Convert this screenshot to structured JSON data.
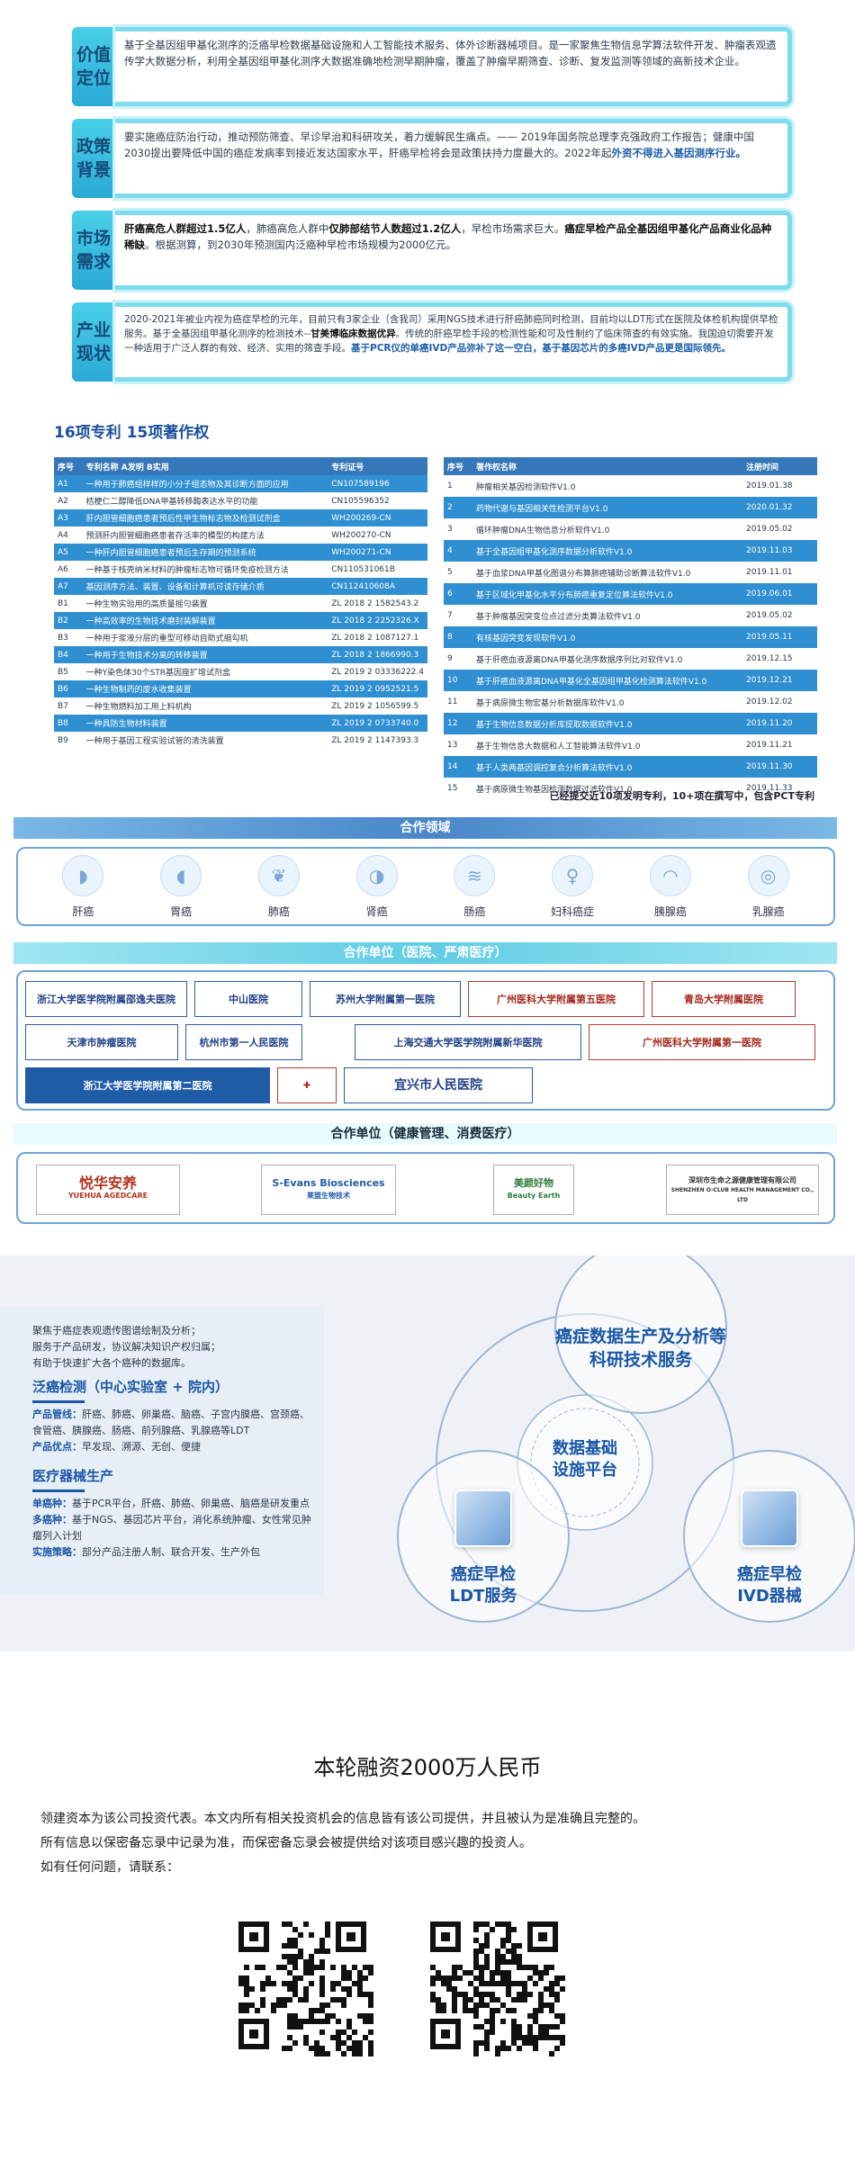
{
  "blocks": [
    {
      "label": "价值定位",
      "text": "基于全基因组甲基化测序的泛癌早检数据基础设施和人工智能技术服务、体外诊断器械项目。是一家聚焦生物信息学算法软件开发、肿瘤表观遗传学大数据分析，利用全基因组甲基化测序大数据准确地检测早期肿瘤，覆盖了肿瘤早期筛查、诊断、复发监测等领域的高新技术企业。"
    },
    {
      "label": "政策背景",
      "text_a": "要实施癌症防治行动，推动预防筛查、早诊早治和科研攻关，着力缓解民生痛点。—— 2019年国务院总理李克强政府工作报告；健康中国2030提出要降低中国的癌症发病率到接近发达国家水平，肝癌早检将会是政策扶持力度最大的。2022年起",
      "text_hl": "外资不得进入基因测序行业。"
    },
    {
      "label": "市场需求",
      "text_b1": "肝癌高危人群超过1.5亿人",
      "text_m1": "，肺癌高危人群中",
      "text_b2": "仅肺部结节人数超过1.2亿人",
      "text_m2": "，早检市场需求巨大。",
      "text_b3": "癌症早检产品全基因组甲基化产品商业化品种稀缺",
      "text_m3": "。根据测算，到2030年预测国内泛癌种早检市场规模为2000亿元。"
    },
    {
      "label": "产业现状",
      "text_a": "2020-2021年被业内视为癌症早检的元年，目前只有3家企业（含我司）采用NGS技术进行肝癌肺癌同时检测，目前均以LDT形式在医院及体检机构提供早检服务。基于全基因组甲基化测序的检测技术--",
      "text_b1": "甘美博临床数据优异",
      "text_m": "。传统的肝癌早检手段的检测性能和可及性制约了临床筛查的有效实施。我国迫切需要开发一种适用于广泛人群的有效、经济、实用的筛查手段。",
      "text_b2": "基于PCR仪的单癌IVD产品弥补了这一空白，基于基因芯片的多癌IVD产品更是国际领先。"
    }
  ],
  "patents": {
    "title": "16项专利  15项著作权",
    "headers": [
      "序号",
      "专利名称 A发明  B实用",
      "专利证号"
    ],
    "rows": [
      [
        "A1",
        "一种用于肺癌组样样的小分子组态物及其诊断方面的应用",
        "CN107589196"
      ],
      [
        "A2",
        "桔梗仁二醇降低DNA甲基转移酶表达水平的功能",
        "CN105596352"
      ],
      [
        "A3",
        "肝内胆管细胞癌患者预后性甲生物标志物及检测试剂盒",
        "WH200269-CN"
      ],
      [
        "A4",
        "预测肝内胆管细胞癌患者存活率的模型的构建方法",
        "WH200270-CN"
      ],
      [
        "A5",
        "一种肝内胆管细胞癌患者预后生存期的预测系统",
        "WH200271-CN"
      ],
      [
        "A6",
        "一种基于核壳纳米材料的肿瘤标志物可循环免疫检测方法",
        "CN110531061B"
      ],
      [
        "A7",
        "基因测序方法、装置、设备和计算机可读存储介质",
        "CN112410608A"
      ],
      [
        "B1",
        "一种生物实验用的高质量摇勻装置",
        "ZL 2018 2 1582543.2"
      ],
      [
        "B2",
        "一种高效率的生物技术磨封装解装置",
        "ZL 2018 2 2252326.X"
      ],
      [
        "B3",
        "一种用于浆液分层的重型可移动自助式缩勾机",
        "ZL 2018 2 1087127.1"
      ],
      [
        "B4",
        "一种用于生物技术分离的转移装置",
        "ZL 2018 2 1866990.3"
      ],
      [
        "B5",
        "一种Y染色体30个STR基因座扩增试剂盒",
        "ZL 2019 2 03336222.4"
      ],
      [
        "B6",
        "一种生物制药的废水收集装置",
        "ZL 2019 2 0952521.5"
      ],
      [
        "B7",
        "一种生物燃料加工用上料机构",
        "ZL 2019 2 1056599.5"
      ],
      [
        "B8",
        "一种具防生物材料装置",
        "ZL 2019 2 0733740.0"
      ],
      [
        "B9",
        "一种用于基因工程实验试管的清洗装置",
        "ZL 2019 2 1147393.3"
      ]
    ]
  },
  "copyrights": {
    "headers": [
      "序号",
      "著作权名称",
      "注册时间"
    ],
    "rows": [
      [
        "1",
        "肿瘤相关基因检测软件V1.0",
        "2019.01.38"
      ],
      [
        "2",
        "药物代谢与基因相关性检测平台V1.0",
        "2020.01.32"
      ],
      [
        "3",
        "循环肿瘤DNA生物信息分析软件V1.0",
        "2019.05.02"
      ],
      [
        "4",
        "基于全基因组甲基化测序数据分析软件V1.0",
        "2019.11.03"
      ],
      [
        "5",
        "基于血浆DNA甲基化图谱分布算肺癌辅助诊断算法软件V1.0",
        "2019.11.01"
      ],
      [
        "6",
        "基于区域化甲基化水平分布肺癌重复定位算法软件V1.0",
        "2019.06.01"
      ],
      [
        "7",
        "基于肿瘤基因突变位点过滤分类算法软件V1.0",
        "2019.05.02"
      ],
      [
        "8",
        "有核基因突变发现软件V1.0",
        "2019.05.11"
      ],
      [
        "9",
        "基于肝癌血液源离DNA甲基化测序数据序列比对软件V1.0",
        "2019.12.15"
      ],
      [
        "10",
        "基于肝癌血液源离DNA甲基化全基因组甲基化检测算法软件V1.0",
        "2019.12.21"
      ],
      [
        "11",
        "基于病原微生物宏基分析数据库软件V1.0",
        "2019.12.02"
      ],
      [
        "12",
        "基于生物信息数据分析库提取数据软件V1.0",
        "2019.11.20"
      ],
      [
        "13",
        "基于生物信息大数据和人工智能算法软件V1.0",
        "2019.11.21"
      ],
      [
        "14",
        "基于人类两基因调控复合分析算法软件V1.0",
        "2019.11.30"
      ],
      [
        "15",
        "基于病原微生物基因检测数据过滤软件V1.0",
        "2019.11.33"
      ]
    ],
    "note": "已经提交近10项发明专利，10+项在撰写中，包含PCT专利"
  },
  "coop": {
    "areas_title": "合作领域",
    "areas": [
      {
        "name": "肝癌",
        "icon": "liver-icon",
        "glyph": "◗"
      },
      {
        "name": "胃癌",
        "icon": "stomach-icon",
        "glyph": "◖"
      },
      {
        "name": "肺癌",
        "icon": "lung-icon",
        "glyph": "❦"
      },
      {
        "name": "肾癌",
        "icon": "kidney-icon",
        "glyph": "◑"
      },
      {
        "name": "肠癌",
        "icon": "intestine-icon",
        "glyph": "≋"
      },
      {
        "name": "妇科癌症",
        "icon": "uterus-icon",
        "glyph": "♀"
      },
      {
        "name": "胰腺癌",
        "icon": "pancreas-icon",
        "glyph": "◠"
      },
      {
        "name": "乳腺癌",
        "icon": "breast-icon",
        "glyph": "◎"
      }
    ],
    "hospitals_title": "合作单位（医院、严肃医疗）",
    "hospitals": [
      "浙江大学医学院附属邵逸夫医院",
      "中山医院",
      "苏州大学附属第一医院",
      "广州医科大学附属第五医院",
      "青岛大学附属医院",
      "天津市肿瘤医院",
      "杭州市第一人民医院",
      "上海交通大学医学院附属新华医院",
      "广州医科大学附属第一医院",
      "浙江大学医学院附属第二医院",
      "宜兴市人民医院"
    ],
    "health_title": "合作单位（健康管理、消费医疗）",
    "health": [
      {
        "name": "悦华安养",
        "sub": "YUEHUA AGEDCARE"
      },
      {
        "name": "S-Evans Biosciences",
        "sub": "莱盟生物技术"
      },
      {
        "name": "美颜好物",
        "sub": "Beauty Earth"
      },
      {
        "name": "深圳市生命之源健康管理有限公司",
        "sub": "SHENZHEN O-CLUB HEALTH MANAGEMENT CO., LTD"
      }
    ]
  },
  "business": {
    "intro": [
      "聚焦于癌症表观遗传图谱绘制及分析；",
      "服务于产品研发，协议解决知识产权归属；",
      "有助于快速扩大各个癌种的数据库。"
    ],
    "sec1_title": "泛癌检测（中心实验室 + 院内）",
    "sec1_k1": "产品管线：",
    "sec1_v1": "肝癌、肺癌、卵巢癌、脑癌、子宫内膜癌、宫颈癌、食管癌、胰腺癌、肠癌、前列腺癌、乳腺癌等LDT",
    "sec1_k2": "产品优点：",
    "sec1_v2": "早发现、溯源、无创、便捷",
    "sec2_title": "医疗器械生产",
    "sec2_k1": "单癌种：",
    "sec2_v1": "基于PCR平台，肝癌、肺癌、卵巢癌、脑癌是研发重点",
    "sec2_k2": "多癌种：",
    "sec2_v2": "基于NGS、基因芯片平台，消化系统肿瘤、女性常见肿瘤列入计划",
    "sec2_k3": "实施策略：",
    "sec2_v3": "部分产品注册人制、联合开发、生产外包",
    "node_top": "癌症数据生产及分析等科研技术服务",
    "node_center": "数据基础设施平台",
    "node_left": "癌症早检LDT服务",
    "node_right": "癌症早检IVD器械"
  },
  "footer": {
    "funding": "本轮融资2000万人民币",
    "disclaimer1": "领建资本为该公司投资代表。本文内所有相关投资机会的信息皆有该公司提供，并且被认为是准确且完整的。",
    "disclaimer2": "所有信息以保密备忘录中记录为准，而保密备忘录会被提供给对该项目感兴趣的投资人。",
    "contact": "如有任何问题，请联系："
  }
}
